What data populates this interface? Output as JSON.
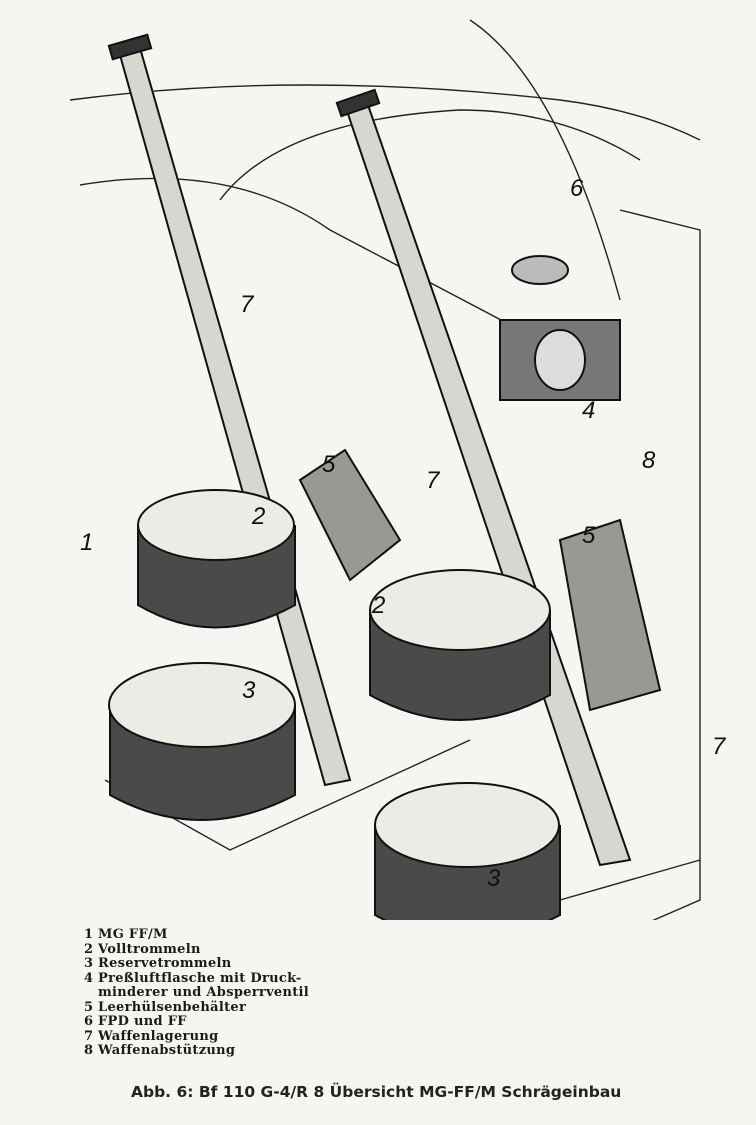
{
  "callouts": {
    "c1": "1",
    "c7a": "7",
    "c6": "6",
    "c5a": "5",
    "c2a": "2",
    "c4": "4",
    "c8": "8",
    "c7b": "7",
    "c5b": "5",
    "c2b": "2",
    "c3a": "3",
    "c7c": "7",
    "c3b": "3"
  },
  "legend": [
    {
      "num": "1",
      "text": "MG FF/M"
    },
    {
      "num": "2",
      "text": "Volltrommeln"
    },
    {
      "num": "3",
      "text": "Reservetrommeln"
    },
    {
      "num": "4",
      "text": "Preßluftflasche mit Druck-"
    },
    {
      "num": "",
      "text": "minderer und Absperrventil"
    },
    {
      "num": "5",
      "text": "Leerhülsenbehälter"
    },
    {
      "num": "6",
      "text": "FPD und FF"
    },
    {
      "num": "7",
      "text": "Waffenlagerung"
    },
    {
      "num": "8",
      "text": "Waffenabstützung"
    }
  ],
  "caption": "Abb. 6: Bf 110 G-4/R 8 Übersicht MG-FF/M Schrägeinbau"
}
